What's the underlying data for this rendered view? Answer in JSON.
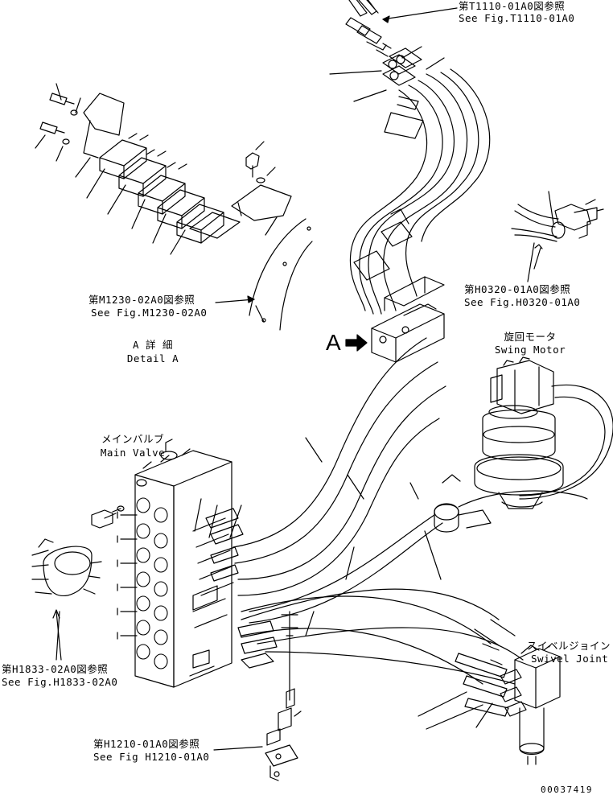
{
  "drawing_number": "00037419",
  "detail": {
    "marker": "A",
    "title_jp": "A 詳 細",
    "title_en": "Detail A"
  },
  "references": [
    {
      "id": "t1110",
      "jp": "第T1110-01A0図参照",
      "en": "See Fig.T1110-01A0"
    },
    {
      "id": "h0320",
      "jp": "第H0320-01A0図参照",
      "en": "See Fig.H0320-01A0"
    },
    {
      "id": "m1230",
      "jp": "第M1230-02A0図参照",
      "en": "See Fig.M1230-02A0"
    },
    {
      "id": "h1833",
      "jp": "第H1833-02A0図参照",
      "en": "See Fig.H1833-02A0"
    },
    {
      "id": "h1210",
      "jp": "第H1210-01A0図参照",
      "en": "See Fig H1210-01A0"
    }
  ],
  "components": {
    "swing_motor": {
      "jp": "旋回モータ",
      "en": "Swing Motor"
    },
    "main_valve": {
      "jp": "メインバルブ",
      "en": "Main Valve"
    },
    "swivel_joint": {
      "jp": "スイベルジョイント",
      "en": "Swivel Joint"
    }
  }
}
